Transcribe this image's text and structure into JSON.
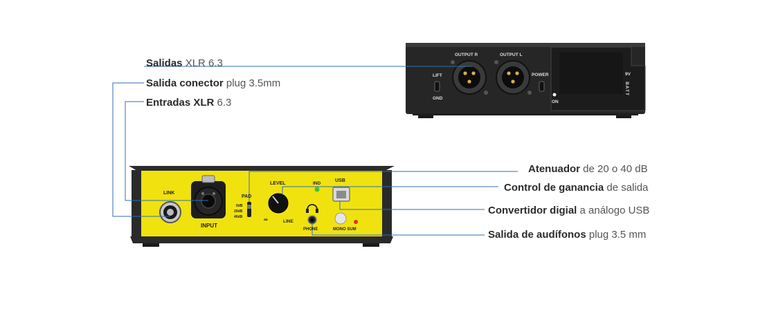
{
  "callouts": {
    "salidas": {
      "bold": "Salidas",
      "rest": "XLR 6.3"
    },
    "salida_conector": {
      "bold": "Salida conector",
      "rest": "plug 3.5mm"
    },
    "entradas": {
      "bold": "Entradas XLR",
      "rest": "6.3"
    },
    "atenuador": {
      "bold": "Atenuador",
      "rest": "de 20 o 40 dB"
    },
    "control_ganancia": {
      "bold": "Control de ganancia",
      "rest": "de salida"
    },
    "convertidor": {
      "bold": "Convertidor digial",
      "rest": "a análogo USB"
    },
    "audifonos": {
      "bold": "Salida de audífonos",
      "rest": "plug 3.5 mm"
    }
  },
  "back_panel": {
    "output_r": "OUTPUT R",
    "output_l": "OUTPUT L",
    "lift": "LIFT",
    "gnd": "GND",
    "power": "POWER",
    "on": "ON",
    "batt_9v": "9V",
    "batt": "BATT"
  },
  "front_panel": {
    "link": "LINK",
    "input": "INPUT",
    "pad": "PAD",
    "pad_0": "0dB",
    "pad_20": "20dB",
    "pad_40": "40dB",
    "level": "LEVEL",
    "infinity": "∞",
    "line": "LINE",
    "ind": "IND",
    "usb": "USB",
    "phone": "PHONE",
    "mono_sum": "MONO SUM"
  },
  "colors": {
    "leader_line": "#2f6db5",
    "front_face": "#f0e20f",
    "chassis": "#2a2a2a",
    "led_green": "#3cc33c",
    "led_red": "#e03020"
  }
}
